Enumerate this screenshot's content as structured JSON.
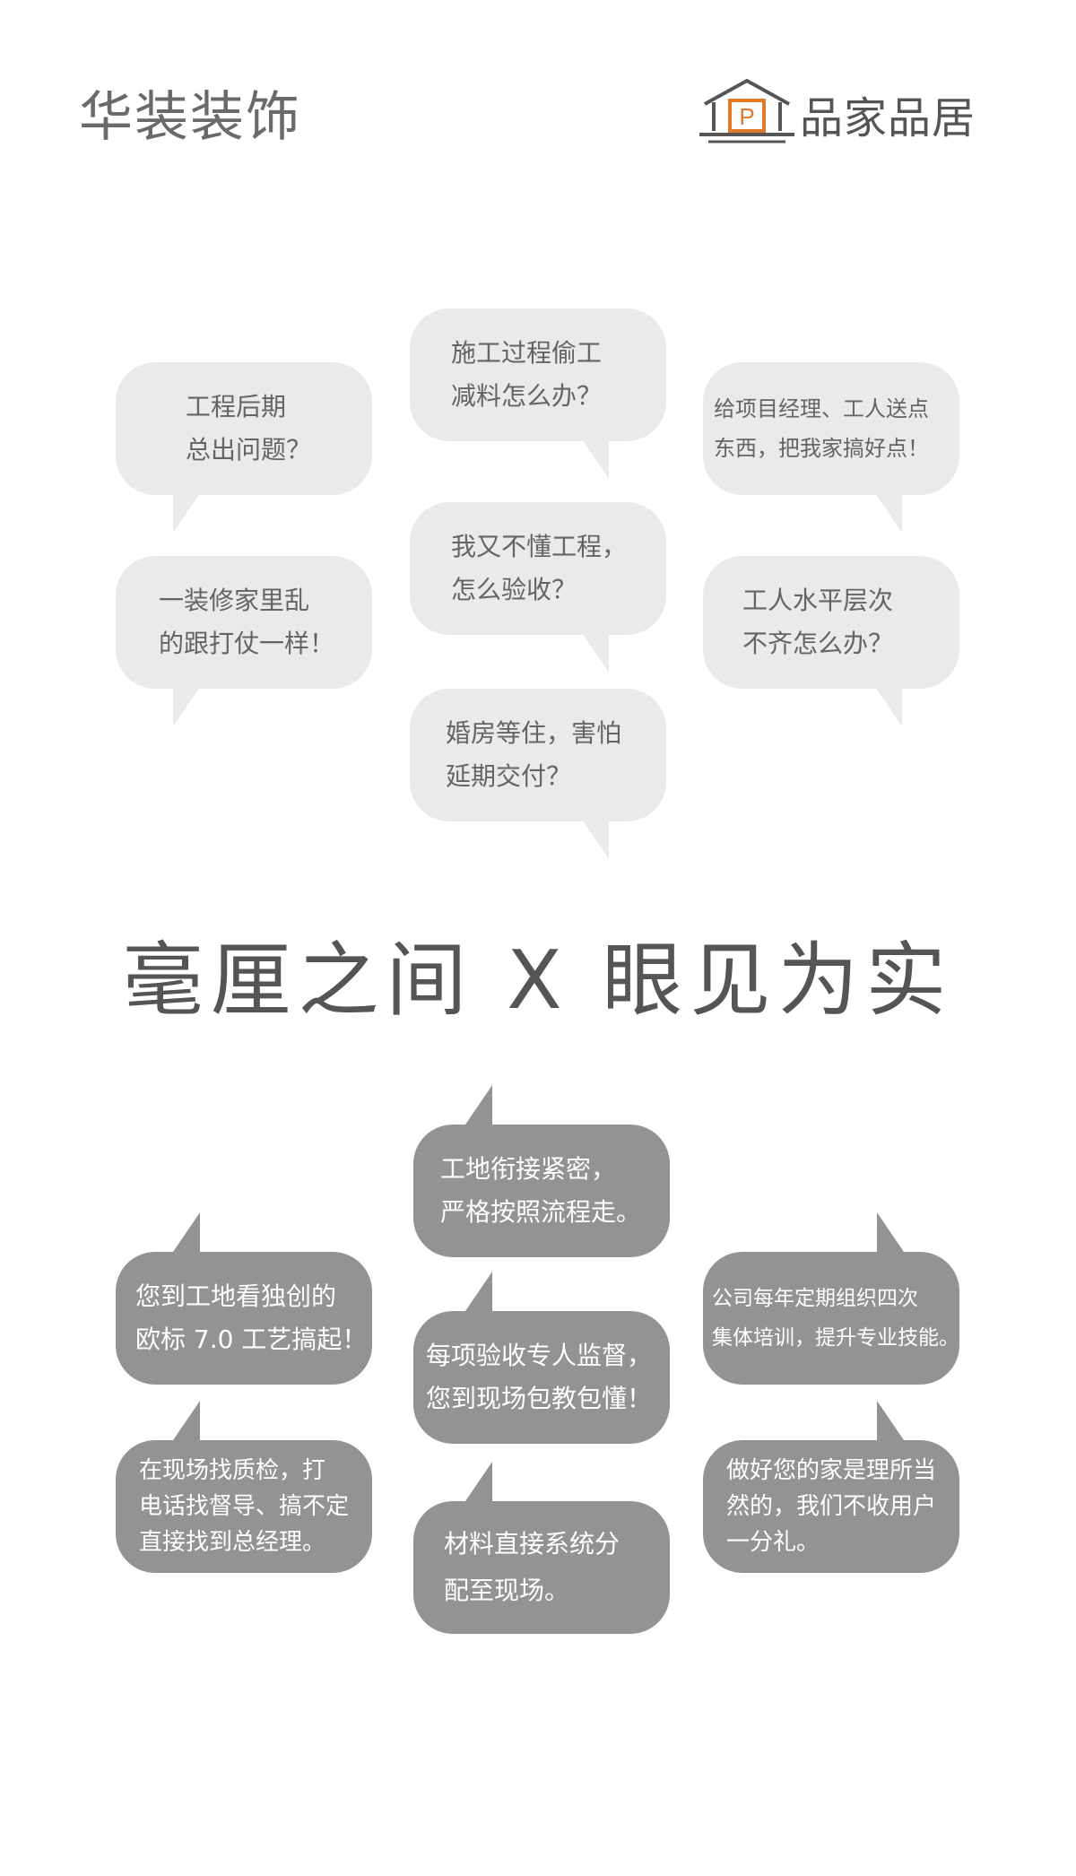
{
  "brand_left": "华装装饰",
  "brand_right": "品家品居",
  "logo_letter": "P",
  "concerns": [
    {
      "lines": [
        "施工过程偷工",
        "减料怎么办？"
      ]
    },
    {
      "lines": [
        "工程后期",
        "总出问题？"
      ]
    },
    {
      "lines": [
        "给项目经理、工人送点",
        "东西，把我家搞好点！"
      ]
    },
    {
      "lines": [
        "我又不懂工程，",
        "怎么验收？"
      ]
    },
    {
      "lines": [
        "一装修家里乱",
        "的跟打仗一样！"
      ]
    },
    {
      "lines": [
        "工人水平层次",
        "不齐怎么办？"
      ]
    },
    {
      "lines": [
        "婚房等住，害怕",
        "延期交付？"
      ]
    }
  ],
  "slogan": "毫厘之间 X 眼见为实",
  "answers": [
    {
      "lines": [
        "工地衔接紧密，",
        "严格按照流程走。"
      ]
    },
    {
      "lines": [
        "您到工地看独创的",
        "欧标 7.0 工艺搞起！"
      ]
    },
    {
      "lines": [
        "公司每年定期组织四次",
        "集体培训，提升专业技能。"
      ]
    },
    {
      "lines": [
        "每项验收专人监督，",
        "您到现场包教包懂！"
      ]
    },
    {
      "lines": [
        "在现场找质检，打",
        "电话找督导、搞不定",
        "直接找到总经理。"
      ]
    },
    {
      "lines": [
        "做好您的家是理所当",
        "然的，我们不收用户",
        "一分礼。"
      ]
    },
    {
      "lines": [
        "材料直接系统分",
        "配至现场。"
      ]
    }
  ],
  "colors": {
    "light_bubble": "#ebeae9",
    "dark_bubble": "#939393",
    "logo_accent": "#e07b2e"
  }
}
